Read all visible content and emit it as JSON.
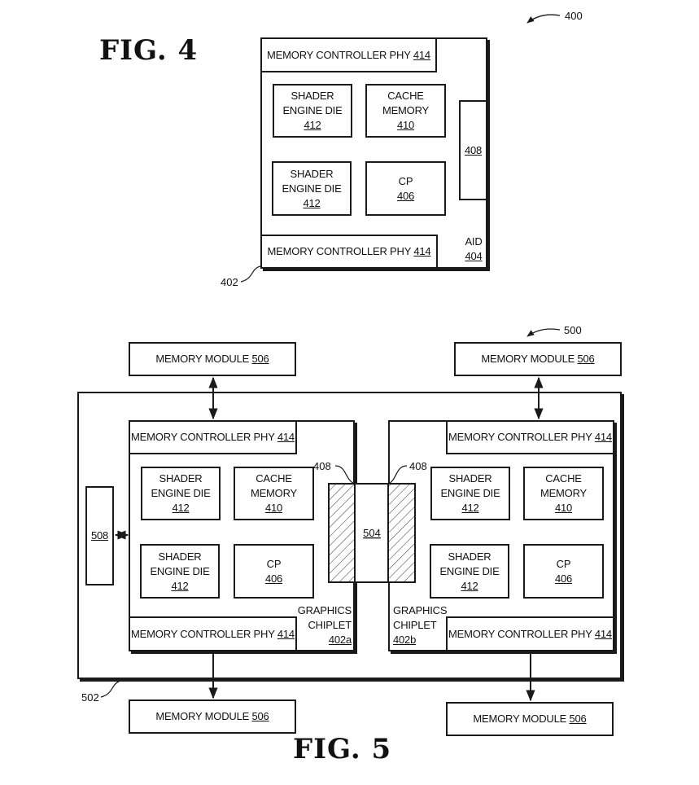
{
  "fig4": {
    "title": "FIG. 4",
    "ref_overall": "400",
    "ref_chiplet": "402",
    "mc_phy_top": {
      "text": "MEMORY CONTROLLER PHY ",
      "ref": "414"
    },
    "mc_phy_bottom": {
      "text": "MEMORY CONTROLLER PHY ",
      "ref": "414"
    },
    "shader1": {
      "line1": "SHADER",
      "line2": "ENGINE DIE",
      "ref": "412"
    },
    "shader2": {
      "line1": "SHADER",
      "line2": "ENGINE DIE",
      "ref": "412"
    },
    "cache": {
      "line1": "CACHE",
      "line2": "MEMORY",
      "ref": "410"
    },
    "cp": {
      "line1": "CP",
      "ref": "406"
    },
    "interconnect": {
      "ref": "408"
    },
    "aid": {
      "line1": "AID",
      "ref": "404"
    }
  },
  "fig5": {
    "title": "FIG. 5",
    "ref_overall": "500",
    "ref_package": "502",
    "memory_modules": [
      {
        "text": "MEMORY MODULE ",
        "ref": "506"
      },
      {
        "text": "MEMORY MODULE ",
        "ref": "506"
      },
      {
        "text": "MEMORY MODULE ",
        "ref": "506"
      },
      {
        "text": "MEMORY MODULE ",
        "ref": "506"
      }
    ],
    "block_508": {
      "ref": "508"
    },
    "bridge": {
      "ref": "504"
    },
    "interconnect_labels": [
      "408",
      "408"
    ],
    "chiplet_a": {
      "mc_phy_top": {
        "text": "MEMORY CONTROLLER PHY ",
        "ref": "414"
      },
      "mc_phy_bottom": {
        "text": "MEMORY CONTROLLER PHY ",
        "ref": "414"
      },
      "shader1": {
        "line1": "SHADER",
        "line2": "ENGINE DIE",
        "ref": "412"
      },
      "shader2": {
        "line1": "SHADER",
        "line2": "ENGINE DIE",
        "ref": "412"
      },
      "cache": {
        "line1": "CACHE",
        "line2": "MEMORY",
        "ref": "410"
      },
      "cp": {
        "line1": "CP",
        "ref": "406"
      },
      "label": {
        "line1": "GRAPHICS",
        "line2": "CHIPLET",
        "ref": "402a"
      }
    },
    "chiplet_b": {
      "mc_phy_top": {
        "text": "MEMORY CONTROLLER PHY ",
        "ref": "414"
      },
      "mc_phy_bottom": {
        "text": "MEMORY CONTROLLER PHY ",
        "ref": "414"
      },
      "shader1": {
        "line1": "SHADER",
        "line2": "ENGINE DIE",
        "ref": "412"
      },
      "shader2": {
        "line1": "SHADER",
        "line2": "ENGINE DIE",
        "ref": "412"
      },
      "cache": {
        "line1": "CACHE",
        "line2": "MEMORY",
        "ref": "410"
      },
      "cp": {
        "line1": "CP",
        "ref": "406"
      },
      "label": {
        "line1": "GRAPHICS",
        "line2": "CHIPLET",
        "ref": "402b"
      }
    }
  }
}
